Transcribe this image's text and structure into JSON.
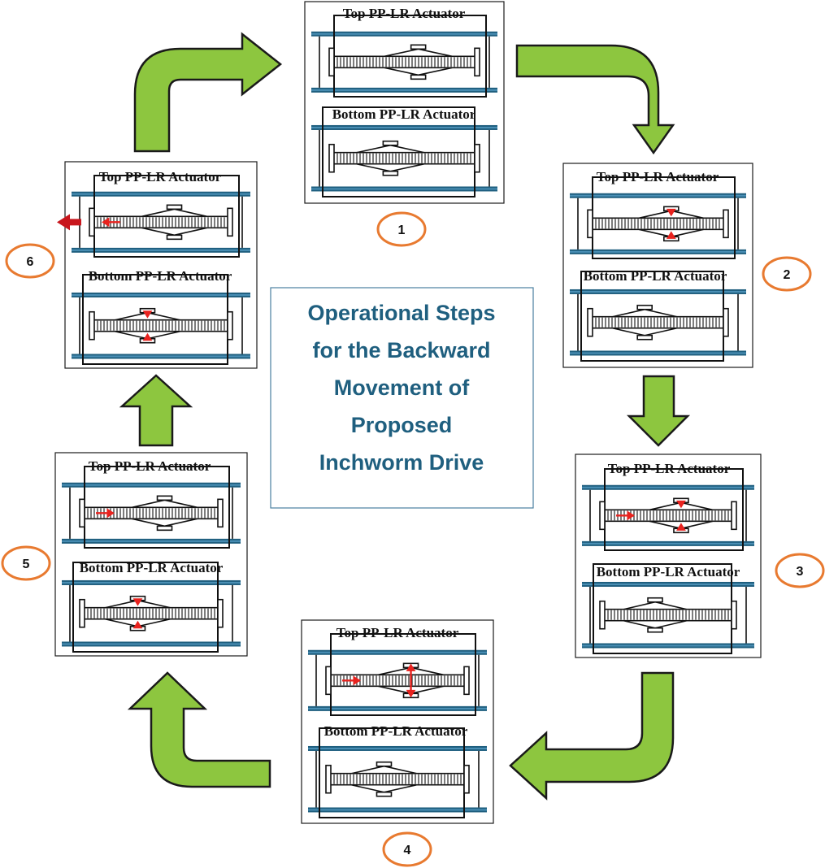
{
  "diagram": {
    "title_lines": [
      "Operational Steps",
      "for the Backward",
      "Movement of",
      "Proposed",
      "Inchworm Drive"
    ],
    "top_label": "Top PP-LR Actuator",
    "bottom_label": "Bottom PP-LR Actuator",
    "steps": [
      {
        "number": "1",
        "top_variant": "right",
        "bottom_variant": "left",
        "top_marks": [],
        "bottom_marks": []
      },
      {
        "number": "2",
        "top_variant": "right",
        "bottom_variant": "left",
        "top_marks": [
          "pinch"
        ],
        "bottom_marks": []
      },
      {
        "number": "3",
        "top_variant": "right",
        "bottom_variant": "left",
        "top_marks": [
          "push",
          "pinch"
        ],
        "bottom_marks": []
      },
      {
        "number": "4",
        "top_variant": "right",
        "bottom_variant": "left",
        "top_marks": [
          "push",
          "expand"
        ],
        "bottom_marks": []
      },
      {
        "number": "5",
        "top_variant": "right",
        "bottom_variant": "left",
        "top_marks": [
          "push"
        ],
        "bottom_marks": [
          "pinch"
        ]
      },
      {
        "number": "6",
        "top_variant": "right",
        "bottom_variant": "left",
        "top_marks": [
          "pull",
          "exit"
        ],
        "bottom_marks": [
          "pinch"
        ]
      }
    ],
    "colors": {
      "rail": "#1f5f7f",
      "arrow_fill": "#8dc63f",
      "step_circle": "#e87a30",
      "title": "#1f5f7f",
      "force_arrow": "#e8231f"
    }
  }
}
